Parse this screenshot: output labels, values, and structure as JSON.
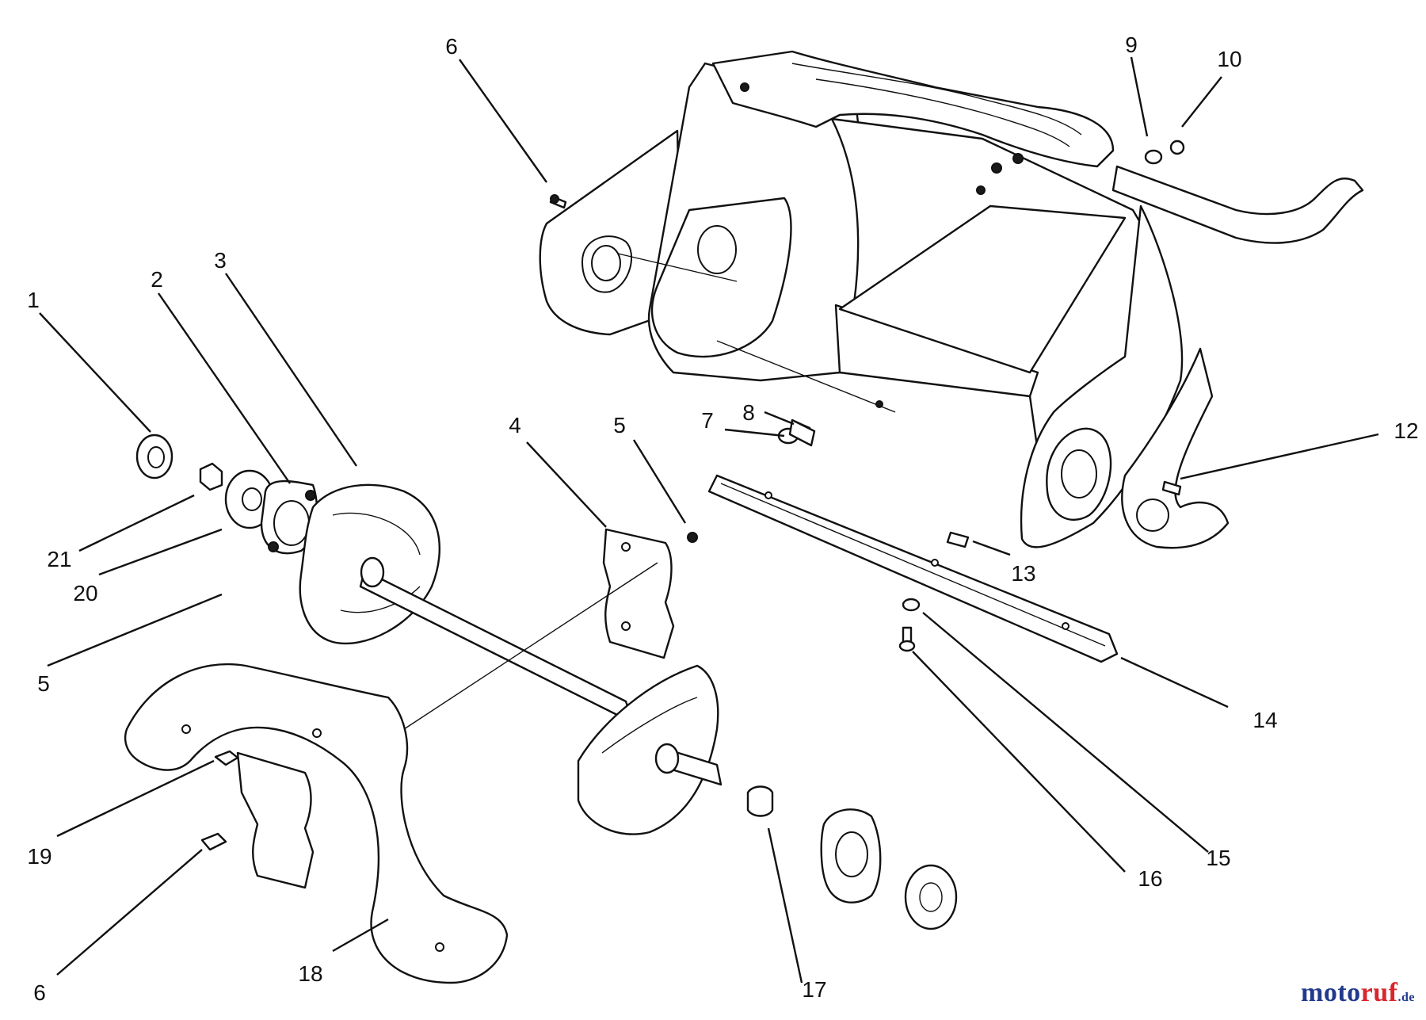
{
  "diagram": {
    "callouts": [
      {
        "id": "c1",
        "label": "1"
      },
      {
        "id": "c2",
        "label": "2"
      },
      {
        "id": "c3",
        "label": "3"
      },
      {
        "id": "c4",
        "label": "4"
      },
      {
        "id": "c5a",
        "label": "5"
      },
      {
        "id": "c5b",
        "label": "5"
      },
      {
        "id": "c6a",
        "label": "6"
      },
      {
        "id": "c6b",
        "label": "6"
      },
      {
        "id": "c7",
        "label": "7"
      },
      {
        "id": "c8",
        "label": "8"
      },
      {
        "id": "c9",
        "label": "9"
      },
      {
        "id": "c10",
        "label": "10"
      },
      {
        "id": "c12",
        "label": "12"
      },
      {
        "id": "c13",
        "label": "13"
      },
      {
        "id": "c14",
        "label": "14"
      },
      {
        "id": "c15",
        "label": "15"
      },
      {
        "id": "c16",
        "label": "16"
      },
      {
        "id": "c17",
        "label": "17"
      },
      {
        "id": "c18",
        "label": "18"
      },
      {
        "id": "c19",
        "label": "19"
      },
      {
        "id": "c20",
        "label": "20"
      },
      {
        "id": "c21",
        "label": "21"
      }
    ]
  },
  "watermark": {
    "part1": "moto",
    "part2": "ruf",
    "part3": ".de"
  }
}
